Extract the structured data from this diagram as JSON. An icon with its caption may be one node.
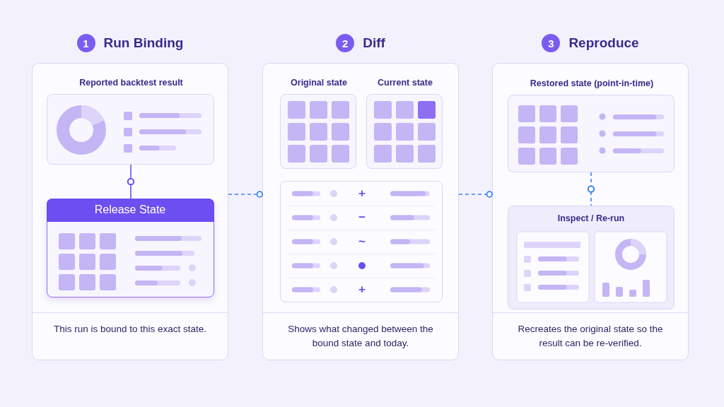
{
  "diagram": {
    "nodes": [
      {
        "text": [
          "1",
          "Run Binding",
          "This run is bound to this exact state."
        ]
      },
      {
        "text": [
          "Reported backtest result"
        ],
        "in": 0
      },
      {
        "text": [
          "Release State"
        ],
        "in": 0
      },
      {
        "text": [
          "2",
          "Diff",
          "Shows what changed between the bound state and today."
        ]
      },
      {
        "text": [
          "Original state"
        ],
        "in": 3
      },
      {
        "text": [
          "Current state"
        ],
        "in": 3
      },
      {
        "text": [
          "3",
          "Reproduce",
          "Recreates the original state so the result can be re-verified."
        ]
      },
      {
        "text": [
          "Restored state (point-in-time)"
        ],
        "in": 6
      },
      {
        "text": [
          "Inspect / Re-run"
        ],
        "in": 6
      }
    ],
    "edges": [
      {
        "from": 1,
        "to": 2,
        "arrow": "none",
        "color": "#6d4ef0"
      },
      {
        "from": 0,
        "to": 3,
        "arrow": "other",
        "style": "dashed"
      },
      {
        "from": 3,
        "to": 6,
        "arrow": "other",
        "style": "dashed"
      },
      {
        "from": 7,
        "to": 8,
        "arrow": "none",
        "style": "dashed"
      }
    ],
    "labels": [
      "+",
      "−",
      "~",
      "+"
    ]
  }
}
